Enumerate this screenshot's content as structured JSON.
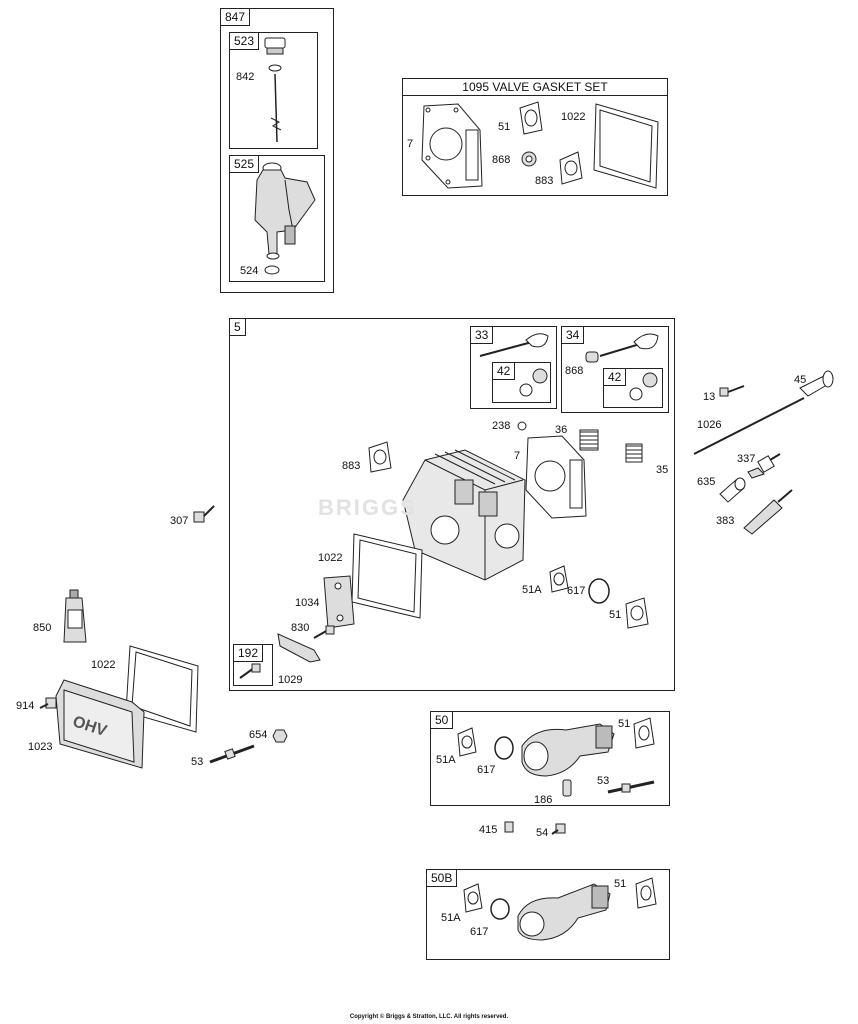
{
  "copyright": "Copyright © Briggs & Stratton, LLC. All rights reserved.",
  "watermark": "BRIGGS",
  "groups": {
    "g847": "847",
    "g523": "523",
    "g525": "525",
    "g1095_title": "1095 VALVE GASKET SET",
    "g5": "5",
    "g33": "33",
    "g42a": "42",
    "g34": "34",
    "g42b": "42",
    "g192": "192",
    "g50": "50",
    "g50B": "50B"
  },
  "labels": {
    "l842": "842",
    "l524": "524",
    "l7a": "7",
    "l51a": "51",
    "l868a": "868",
    "l1022a": "1022",
    "l883a": "883",
    "l868b": "868",
    "l13": "13",
    "l45": "45",
    "l1026": "1026",
    "l337": "337",
    "l635": "635",
    "l383": "383",
    "l238": "238",
    "l36": "36",
    "l7b": "7",
    "l35": "35",
    "l883b": "883",
    "l307": "307",
    "l1022b": "1022",
    "l1034": "1034",
    "l830": "830",
    "l1029": "1029",
    "l51A_a": "51A",
    "l617a": "617",
    "l51b": "51",
    "l850": "850",
    "l1022c": "1022",
    "l914": "914",
    "l1023": "1023",
    "l654": "654",
    "l53a": "53",
    "l51A_b": "51A",
    "l617b": "617",
    "l51c": "51",
    "l53b": "53",
    "l186": "186",
    "l415": "415",
    "l54": "54",
    "l51A_c": "51A",
    "l617c": "617",
    "l51d": "51"
  }
}
